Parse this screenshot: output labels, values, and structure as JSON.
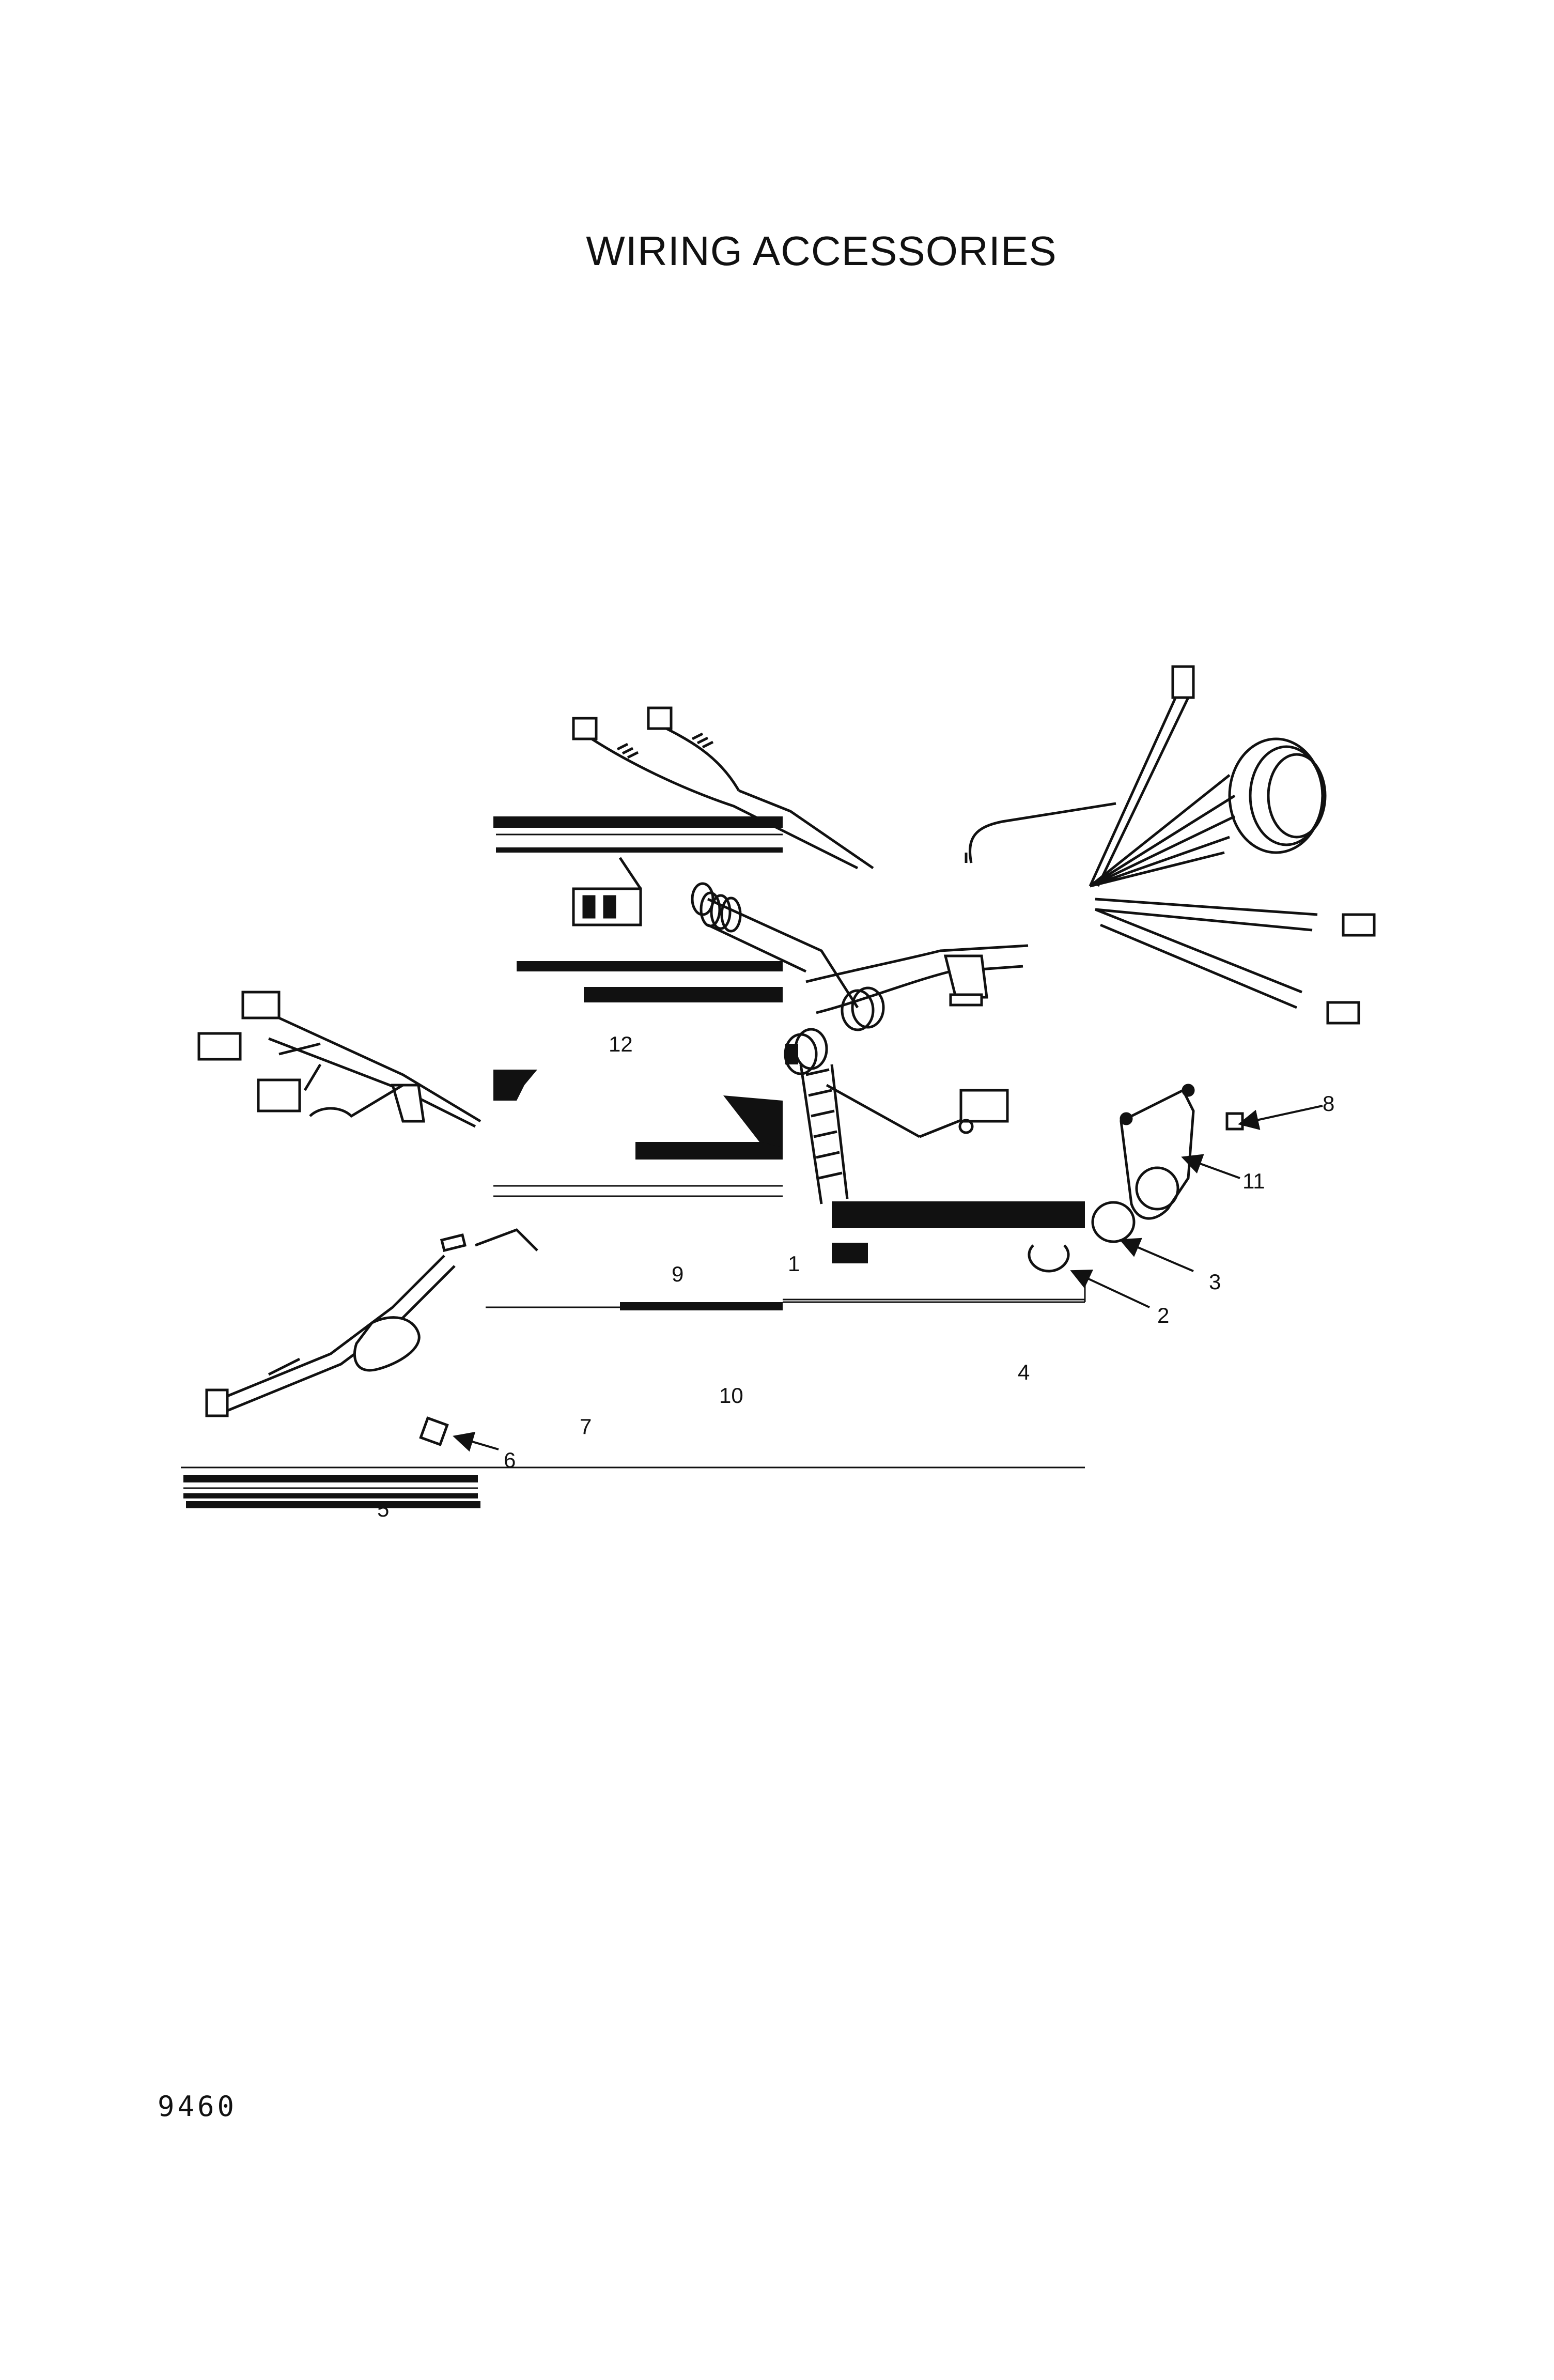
{
  "document": {
    "title": "WIRING ACCESSORIES",
    "page_number": "9460"
  },
  "callouts": [
    {
      "id": "c1",
      "label": "1"
    },
    {
      "id": "c2",
      "label": "2"
    },
    {
      "id": "c3",
      "label": "3"
    },
    {
      "id": "c4",
      "label": "4"
    },
    {
      "id": "c5",
      "label": "5"
    },
    {
      "id": "c6",
      "label": "6"
    },
    {
      "id": "c7",
      "label": "7"
    },
    {
      "id": "c8",
      "label": "8"
    },
    {
      "id": "c9",
      "label": "9"
    },
    {
      "id": "c10",
      "label": "10"
    },
    {
      "id": "c11",
      "label": "11"
    },
    {
      "id": "c12",
      "label": "12"
    }
  ]
}
